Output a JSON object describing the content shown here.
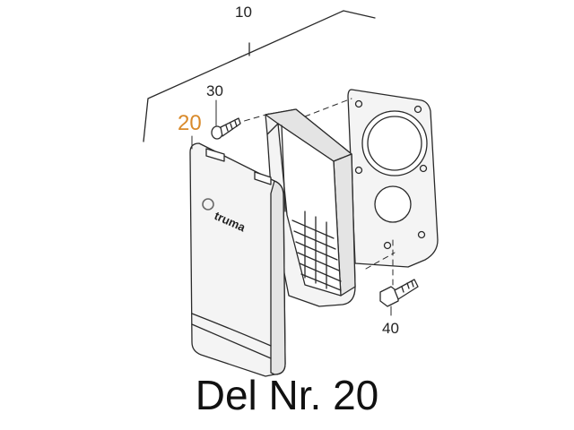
{
  "labels": {
    "assembly": "10",
    "screw": "30",
    "cover": "20",
    "bolt": "40"
  },
  "brand": "truma",
  "caption": "Del Nr. 20",
  "colors": {
    "highlight": "#d98a2b",
    "line": "#2a2a2a",
    "fill_light": "#f4f4f4",
    "fill_mid": "#e4e4e4"
  }
}
